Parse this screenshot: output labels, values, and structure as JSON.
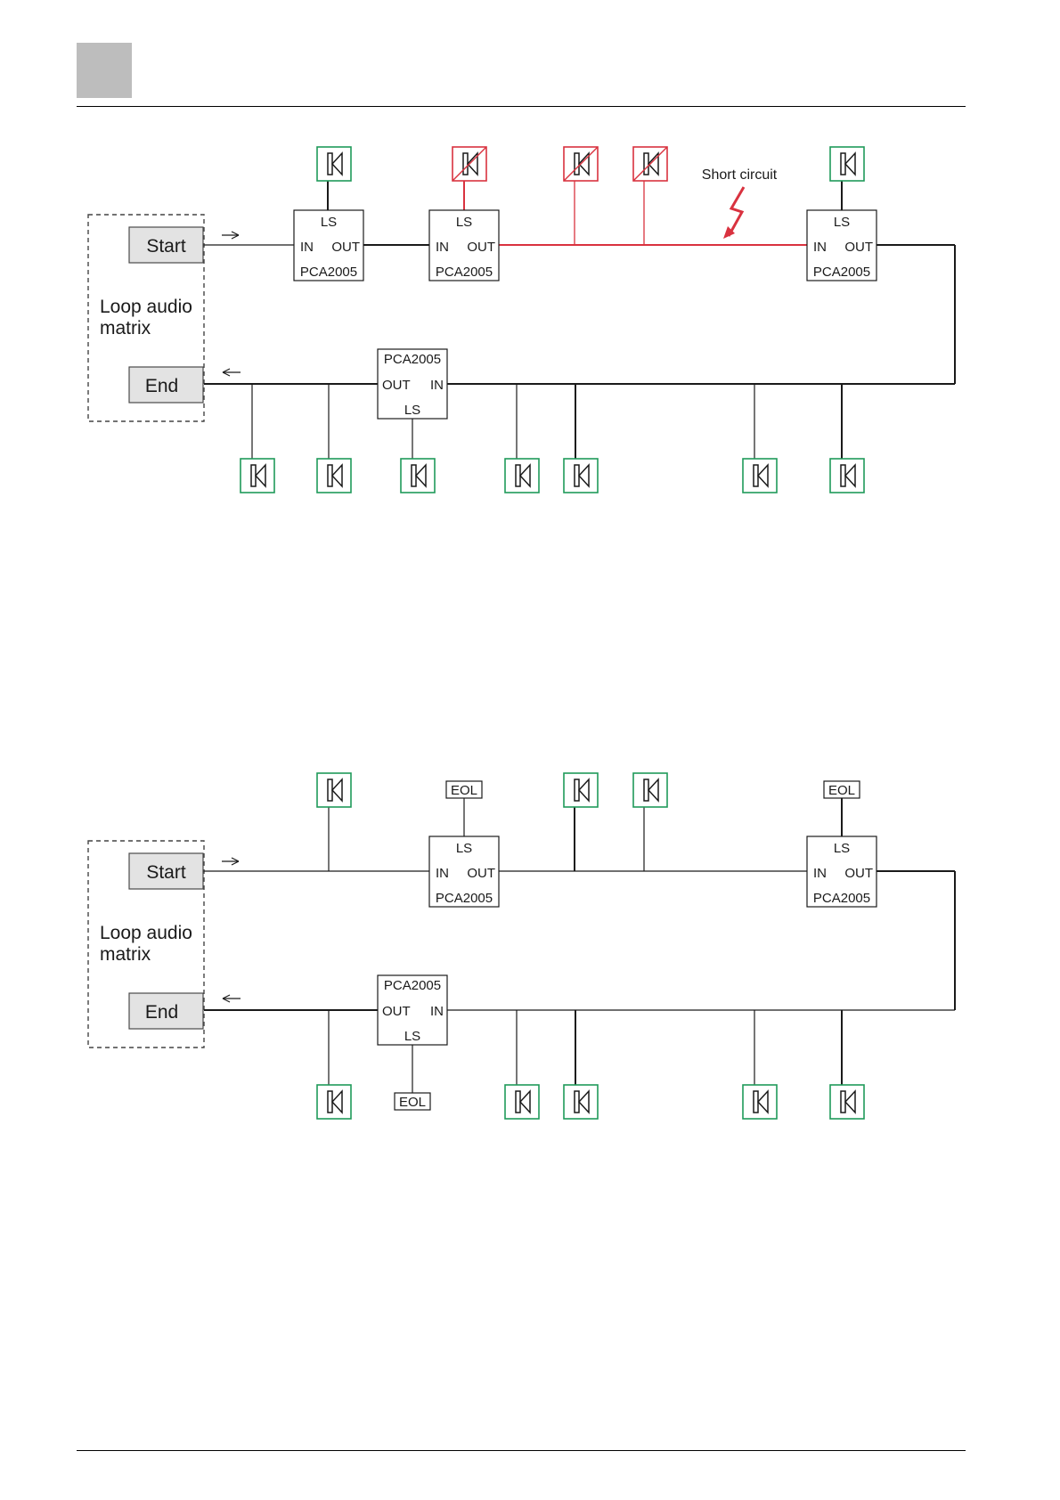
{
  "diagram_1": {
    "start_label": "Start",
    "end_label": "End",
    "matrix_label_line1": "Loop audio",
    "matrix_label_line2": "matrix",
    "module_name": "PCA2005",
    "ls_label": "LS",
    "in_label": "IN",
    "out_label": "OUT",
    "fault_label": "Short circuit",
    "colors": {
      "loop_line": "#1a1a1a",
      "fault_line": "#d9323f",
      "speaker_ok": "#1f9a5a",
      "speaker_fault": "#d9323f"
    },
    "icons": {
      "speaker": "speaker-icon",
      "fault": "lightning-bolt-icon",
      "direction": "arrow-icon"
    }
  },
  "diagram_2": {
    "start_label": "Start",
    "end_label": "End",
    "matrix_label_line1": "Loop audio",
    "matrix_label_line2": "matrix",
    "module_name": "PCA2005",
    "ls_label": "LS",
    "in_label": "IN",
    "out_label": "OUT",
    "eol_label": "EOL",
    "colors": {
      "loop_line": "#1a1a1a",
      "speaker_ok": "#1f9a5a"
    },
    "icons": {
      "speaker": "speaker-icon",
      "direction": "arrow-icon"
    }
  }
}
